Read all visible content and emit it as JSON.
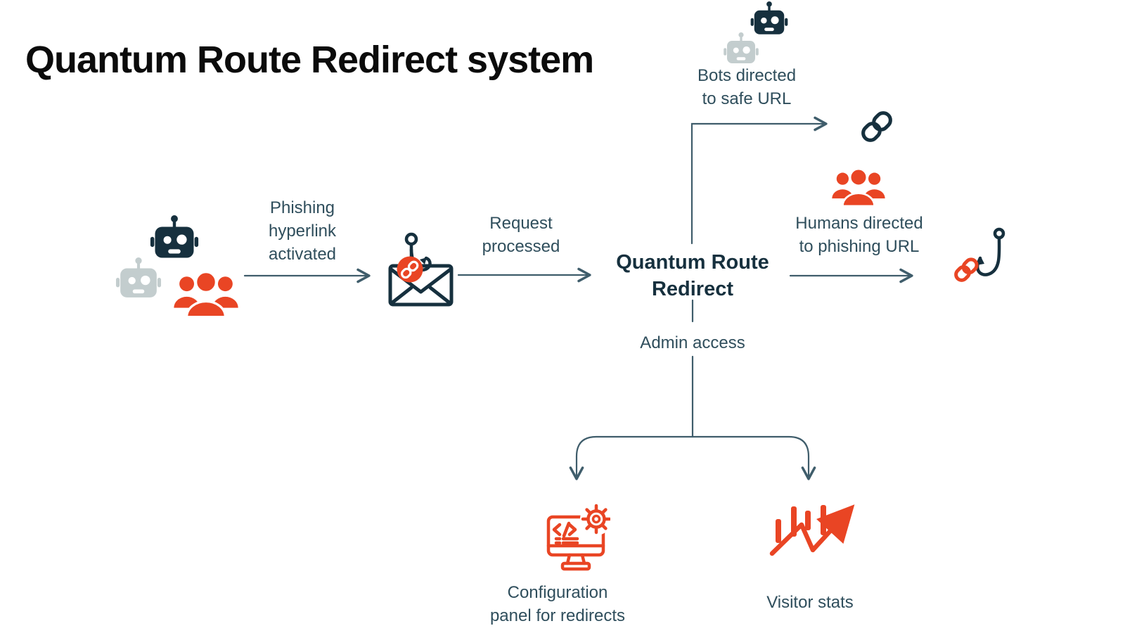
{
  "title": "Quantum Route Redirect system",
  "colors": {
    "ink": "#0b0b0b",
    "navy": "#16303e",
    "slate": "#2f4e5c",
    "arrow": "#3f5d6b",
    "gray": "#c3cdce",
    "orange": "#e94524",
    "white": "#ffffff",
    "background": "#ffffff"
  },
  "center_node": {
    "lines": [
      "Quantum Route",
      "Redirect"
    ]
  },
  "source_cluster": {
    "icons": [
      "robot-dark-icon",
      "robot-gray-icon",
      "users-icon"
    ]
  },
  "email_node": {
    "icon": "phishing-email-hook-icon"
  },
  "edges": {
    "phishing": {
      "lines": [
        "Phishing",
        "hyperlink",
        "activated"
      ]
    },
    "request": {
      "lines": [
        "Request",
        "processed"
      ]
    },
    "bots": {
      "lines": [
        "Bots directed",
        "to safe URL"
      ],
      "target_icon": "safe-link-icon"
    },
    "humans": {
      "lines": [
        "Humans directed",
        "to phishing URL"
      ],
      "target_icon": "phishing-hook-link-icon"
    },
    "admin": {
      "label": "Admin access"
    }
  },
  "outputs": {
    "config": {
      "lines": [
        "Configuration",
        "panel for redirects"
      ],
      "icon": "config-monitor-gear-icon"
    },
    "stats": {
      "label": "Visitor stats",
      "icon": "visitor-stats-chart-icon"
    }
  }
}
